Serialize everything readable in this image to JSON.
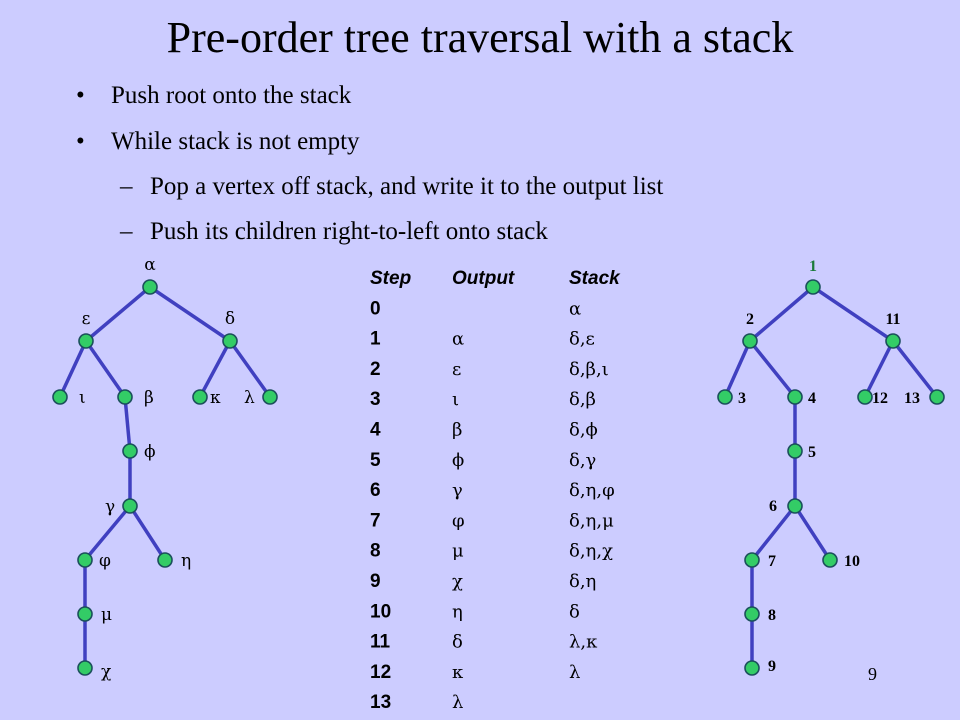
{
  "title": "Pre-order tree traversal with a stack",
  "bullets": [
    {
      "level": 1,
      "marker": "•",
      "text": "Push root onto the stack"
    },
    {
      "level": 1,
      "marker": "•",
      "text": "While stack is not empty"
    },
    {
      "level": 2,
      "marker": "–",
      "text": "Pop a vertex off stack, and write it to the output list"
    },
    {
      "level": 2,
      "marker": "–",
      "text": "Push its children right-to-left onto stack"
    }
  ],
  "colors": {
    "background": "#ccccff",
    "edge": "#4040c0",
    "node_fill": "#33cc66",
    "node_stroke": "#1b4f5b",
    "root_number": "#1a7a3a"
  },
  "left_tree": {
    "nodes": [
      {
        "id": "alpha",
        "label": "α"
      },
      {
        "id": "epsilon",
        "label": "ε"
      },
      {
        "id": "delta",
        "label": "δ"
      },
      {
        "id": "iota",
        "label": "ι"
      },
      {
        "id": "beta",
        "label": "β"
      },
      {
        "id": "kappa",
        "label": "κ"
      },
      {
        "id": "lambda",
        "label": "λ"
      },
      {
        "id": "phi",
        "label": "ϕ"
      },
      {
        "id": "gamma",
        "label": "γ"
      },
      {
        "id": "varphi",
        "label": "φ"
      },
      {
        "id": "eta",
        "label": "η"
      },
      {
        "id": "mu",
        "label": "μ"
      },
      {
        "id": "chi",
        "label": "χ"
      }
    ],
    "edges": [
      [
        "alpha",
        "epsilon"
      ],
      [
        "alpha",
        "delta"
      ],
      [
        "epsilon",
        "iota"
      ],
      [
        "epsilon",
        "beta"
      ],
      [
        "delta",
        "kappa"
      ],
      [
        "delta",
        "lambda"
      ],
      [
        "beta",
        "phi"
      ],
      [
        "phi",
        "gamma"
      ],
      [
        "gamma",
        "varphi"
      ],
      [
        "gamma",
        "eta"
      ],
      [
        "varphi",
        "mu"
      ],
      [
        "mu",
        "chi"
      ]
    ]
  },
  "right_tree": {
    "nodes": [
      {
        "id": "n1",
        "label": "1"
      },
      {
        "id": "n2",
        "label": "2"
      },
      {
        "id": "n11",
        "label": "11"
      },
      {
        "id": "n3",
        "label": "3"
      },
      {
        "id": "n4",
        "label": "4"
      },
      {
        "id": "n12",
        "label": "12"
      },
      {
        "id": "n13",
        "label": "13"
      },
      {
        "id": "n5",
        "label": "5"
      },
      {
        "id": "n6",
        "label": "6"
      },
      {
        "id": "n7",
        "label": "7"
      },
      {
        "id": "n10",
        "label": "10"
      },
      {
        "id": "n8",
        "label": "8"
      },
      {
        "id": "n9",
        "label": "9"
      }
    ],
    "edges": [
      [
        "n1",
        "n2"
      ],
      [
        "n1",
        "n11"
      ],
      [
        "n2",
        "n3"
      ],
      [
        "n2",
        "n4"
      ],
      [
        "n11",
        "n12"
      ],
      [
        "n11",
        "n13"
      ],
      [
        "n4",
        "n5"
      ],
      [
        "n5",
        "n6"
      ],
      [
        "n6",
        "n7"
      ],
      [
        "n6",
        "n10"
      ],
      [
        "n7",
        "n8"
      ],
      [
        "n8",
        "n9"
      ]
    ]
  },
  "table": {
    "headers": [
      "Step",
      "Output",
      "Stack"
    ],
    "rows": [
      [
        "0",
        "",
        "α"
      ],
      [
        "1",
        "α",
        "δ,ε"
      ],
      [
        "2",
        "ε",
        "δ,β,ι"
      ],
      [
        "3",
        "ι",
        "δ,β"
      ],
      [
        "4",
        "β",
        "δ,ϕ"
      ],
      [
        "5",
        "ϕ",
        "δ,γ"
      ],
      [
        "6",
        "γ",
        "δ,η,φ"
      ],
      [
        "7",
        "φ",
        "δ,η,μ"
      ],
      [
        "8",
        "μ",
        "δ,η,χ"
      ],
      [
        "9",
        "χ",
        "δ,η"
      ],
      [
        "10",
        "η",
        "δ"
      ],
      [
        "11",
        "δ",
        "λ,κ"
      ],
      [
        "12",
        "κ",
        "λ"
      ],
      [
        "13",
        "λ",
        ""
      ]
    ]
  },
  "page_number": "9"
}
